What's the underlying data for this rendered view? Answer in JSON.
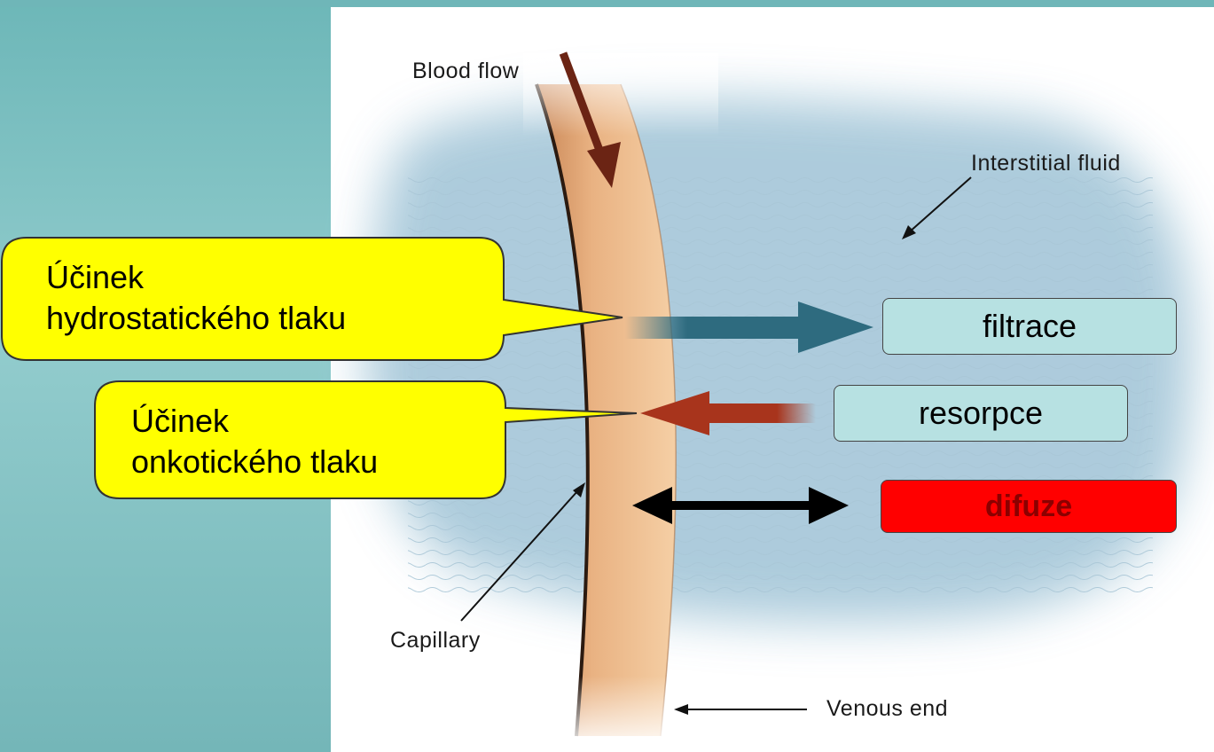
{
  "labels": {
    "blood_flow": "Blood flow",
    "interstitial_fluid": "Interstitial fluid",
    "capillary": "Capillary",
    "venous_end": "Venous end"
  },
  "callouts": {
    "hydrostatic": [
      "Účinek",
      "hydrostatického tlaku"
    ],
    "oncotic": [
      "Účinek",
      "onkotického tlaku"
    ]
  },
  "boxes": {
    "filtration": "filtrace",
    "resorption": "resorpce",
    "diffusion": "difuze"
  },
  "colors": {
    "callout_fill": "#ffff00",
    "box_fill": "#b7e1e2",
    "diffusion_fill": "#ff0000",
    "diffusion_text": "#8b0000",
    "filtration_arrow": "#2e6b7f",
    "resorption_arrow": "#a8341c",
    "capillary": "#e0a273",
    "background_accent": "#6fb6b8"
  }
}
